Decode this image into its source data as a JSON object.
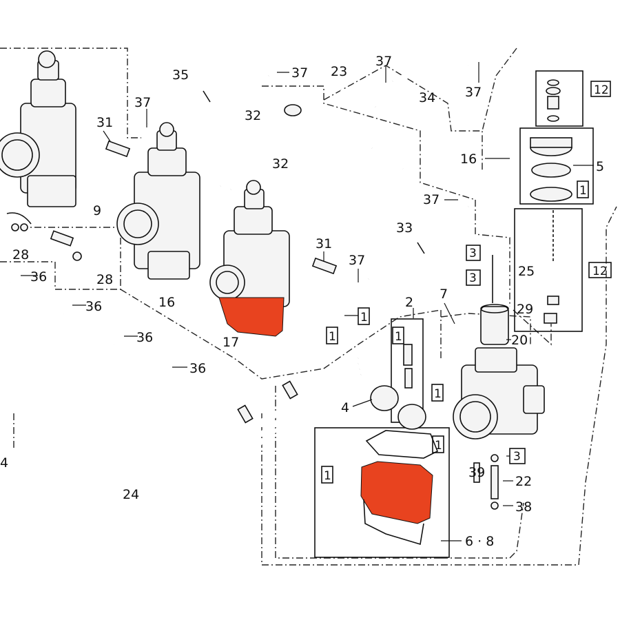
{
  "colors": {
    "ink": "#111111",
    "highlight": "#e8431f",
    "paper": "#ffffff"
  },
  "labels": {
    "p2": "2",
    "p4a": "4",
    "p4b": "4",
    "p5": "5",
    "p6_8": "6 · 8",
    "p7": "7",
    "p9": "9",
    "p12a": "12",
    "p12b": "12",
    "p16": "16",
    "p16b": "16",
    "p17": "17",
    "p20": "20",
    "p22": "22",
    "p23": "23",
    "p24": "24",
    "p25": "25",
    "p28a": "28",
    "p28b": "28",
    "p29": "29",
    "p31a": "31",
    "p31b": "31",
    "p32a": "32",
    "p32b": "32",
    "p33": "33",
    "p34": "34",
    "p35": "35",
    "p36a": "36",
    "p36b": "36",
    "p36c": "36",
    "p36d": "36",
    "p37a": "37",
    "p37b": "37",
    "p37c": "37",
    "p37d": "37",
    "p37e": "37",
    "p37f": "37",
    "p38": "38",
    "p39": "39"
  },
  "boxed": {
    "b1a": "1",
    "b1b": "1",
    "b1c": "1",
    "b1d": "1",
    "b1e": "1",
    "b1f": "1",
    "b1g": "1",
    "b3a": "3",
    "b3b": "3",
    "b3c": "3"
  }
}
